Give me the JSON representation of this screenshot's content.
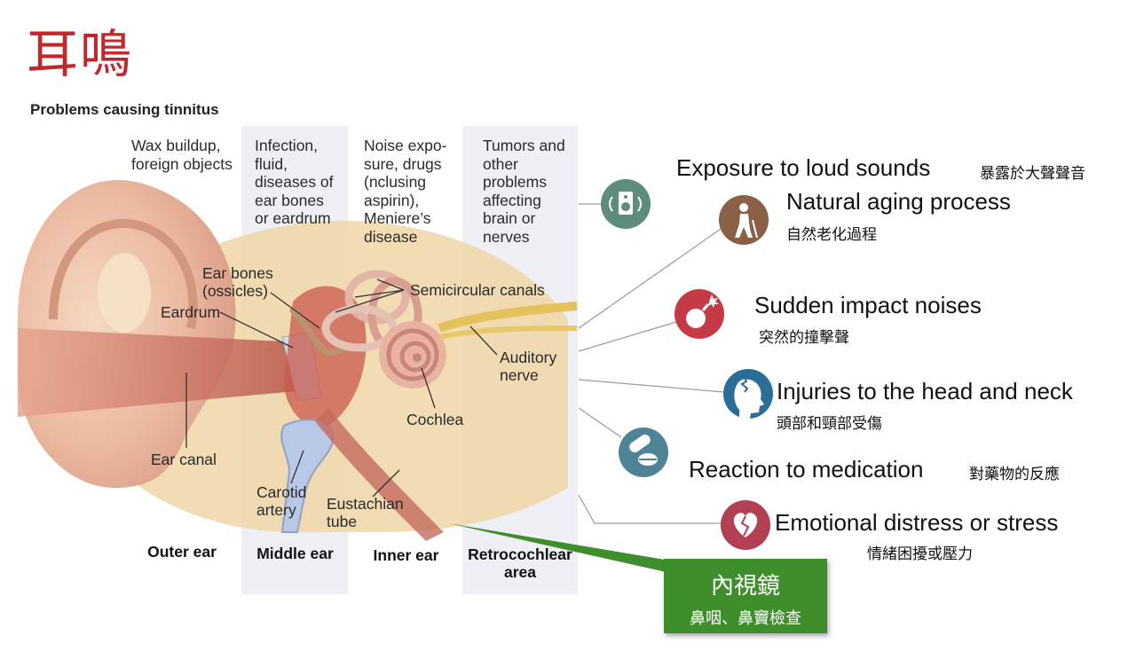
{
  "page_title": "耳鳴",
  "figure": {
    "title": "Problems causing tinnitus",
    "column_headers": [
      "Wax buildup,\nforeign objects",
      "Infection,\nfluid,\ndiseases of\near bones\nor eardrum",
      "Noise expo-\nsure, drugs\n(nclusing\naspirin),\nMeniere’s\ndisease",
      "Tumors and\nother\nproblems\naffecting\nbrain or\nnerves"
    ],
    "anatomy_labels": {
      "ear_bones": "Ear bones\n(ossicles)",
      "semicircular": "Semicircular canals",
      "eardrum": "Eardrum",
      "auditory_nerve": "Auditory\nnerve",
      "cochlea": "Cochlea",
      "ear_canal": "Ear canal",
      "carotid": "Carotid\nartery",
      "eustachian": "Eustachian\ntube"
    },
    "zones": [
      "Outer ear",
      "Middle ear",
      "Inner ear",
      "Retrocochlear\narea"
    ]
  },
  "causes": [
    {
      "en": "Exposure to loud sounds",
      "zh": "暴露於大聲聲音",
      "icon": "speaker-icon",
      "color": "#5e8d7d"
    },
    {
      "en": "Natural aging process",
      "zh": "自然老化過程",
      "icon": "elderly-person-icon",
      "color": "#8a6046"
    },
    {
      "en": "Sudden impact noises",
      "zh": "突然的撞擊聲",
      "icon": "bomb-icon",
      "color": "#c43a45"
    },
    {
      "en": "Injuries to the head and neck",
      "zh": "頭部和頸部受傷",
      "icon": "head-injury-icon",
      "color": "#2a6d98"
    },
    {
      "en": "Reaction to medication",
      "zh": "對藥物的反應",
      "icon": "pill-icon",
      "color": "#4f8496"
    },
    {
      "en": "Emotional distress or stress",
      "zh": "情緒困擾或壓力",
      "icon": "broken-heart-icon",
      "color": "#b23f52"
    }
  ],
  "callout": {
    "title": "內視鏡",
    "subtitle": "鼻咽、鼻竇檢查",
    "color": "#3e8f2c"
  }
}
